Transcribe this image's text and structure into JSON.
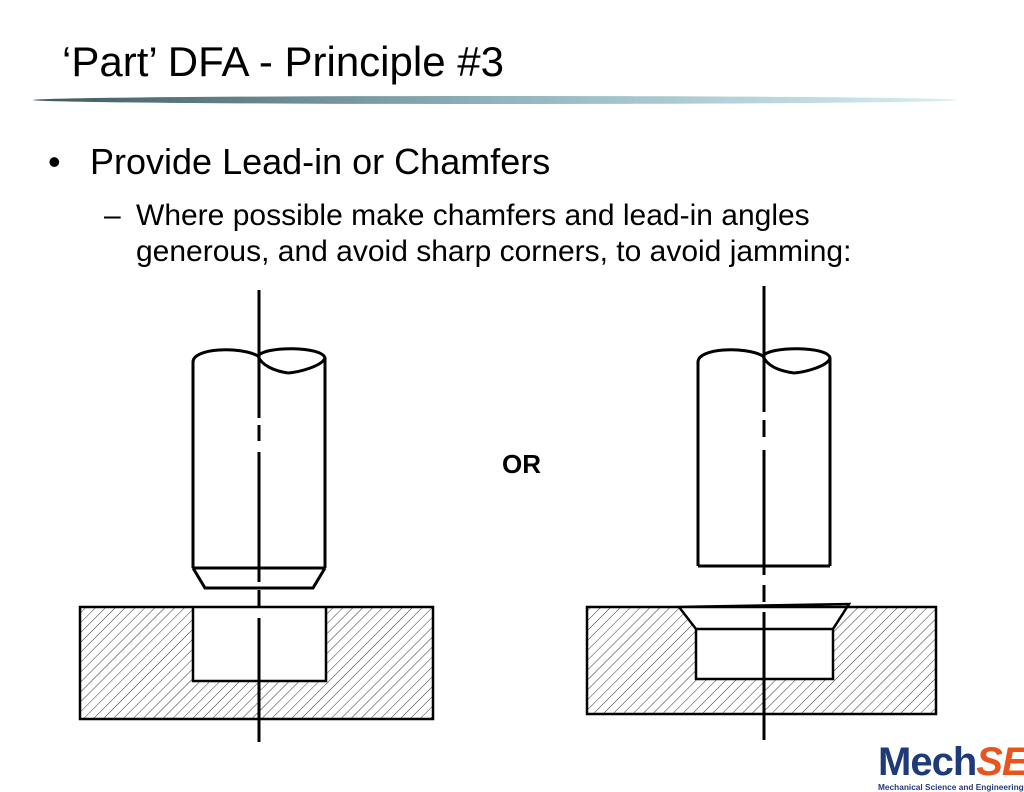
{
  "slide": {
    "title": "‘Part’ DFA - Principle #3",
    "bullet_glyph": "•",
    "bullet_text": "Provide Lead-in or Chamfers",
    "sub_glyph": "–",
    "sub_text_line1": "Where possible make chamfers and lead-in angles",
    "sub_text_line2": "generous, and avoid sharp corners, to avoid jamming:"
  },
  "diagram": {
    "or_label": "OR",
    "left_variant": "chamfered-pin-into-plain-hole",
    "right_variant": "plain-pin-into-countersunk-hole"
  },
  "logo": {
    "mech": "Mech",
    "se": "SE",
    "subtitle": "Mechanical Science and Engineering",
    "colors": {
      "mech": "#1f3a78",
      "se": "#e8541e"
    }
  },
  "colors": {
    "title_rule_start": "#3f5a5f",
    "title_rule_end": "#c9e6ec"
  }
}
